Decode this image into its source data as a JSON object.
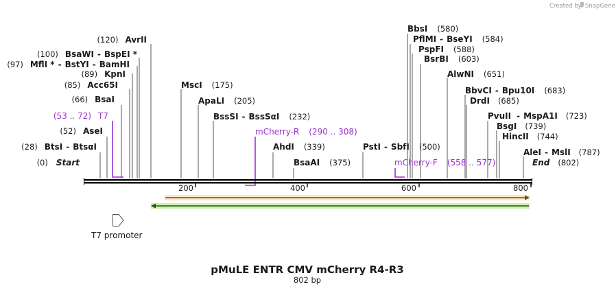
{
  "credit": {
    "prefix": "Created by",
    "brand": "SnapGene"
  },
  "title": "pMuLE ENTR CMV mCherry R4-R3",
  "subtitle": "802 bp",
  "ticks": [
    "200",
    "400",
    "600",
    "800"
  ],
  "features": {
    "t7_promoter": "T7 promoter"
  },
  "colors": {
    "primer": "#9b30d0",
    "feature_orange": "#f5a623",
    "feature_green": "#7ac943"
  },
  "sites": [
    {
      "id": "start",
      "pos": "(0)",
      "name": "Start"
    },
    {
      "id": "btsi",
      "pos": "(28)",
      "name": "BtsI",
      "sep": "-",
      "name2": "BtsαI"
    },
    {
      "id": "asei",
      "pos": "(52)",
      "name": "AseI"
    },
    {
      "id": "bsai",
      "pos": "(66)",
      "name": "BsaI"
    },
    {
      "id": "acc65i",
      "pos": "(85)",
      "name": "Acc65I"
    },
    {
      "id": "kpni",
      "pos": "(89)",
      "name": "KpnI"
    },
    {
      "id": "mfli",
      "pos": "(97)",
      "name": "MflI *",
      "sep": "-",
      "name2": "BstYI",
      "sep2": "-",
      "name3": "BamHI"
    },
    {
      "id": "bsawi",
      "pos": "(100)",
      "name": "BsaWI",
      "sep": "-",
      "name2": "BspEI *"
    },
    {
      "id": "avrii",
      "pos": "(120)",
      "name": "AvrII"
    },
    {
      "id": "msci",
      "name": "MscI",
      "pos": "(175)"
    },
    {
      "id": "apali",
      "name": "ApaLI",
      "pos": "(205)"
    },
    {
      "id": "bsssi",
      "name": "BssSI",
      "sep": "-",
      "name2": "BssSαI",
      "pos": "(232)"
    },
    {
      "id": "ahdi",
      "name": "AhdI",
      "pos": "(339)"
    },
    {
      "id": "bsaai",
      "name": "BsaAI",
      "pos": "(375)"
    },
    {
      "id": "psti",
      "name": "PstI",
      "sep": "-",
      "name2": "SbfI",
      "pos": "(500)"
    },
    {
      "id": "bbsi",
      "name": "BbsI",
      "pos": "(580)"
    },
    {
      "id": "pflmi",
      "name": "PflMI",
      "sep": "-",
      "name2": "BseYI",
      "pos": "(584)"
    },
    {
      "id": "pspfi",
      "name": "PspFI",
      "pos": "(588)"
    },
    {
      "id": "bsrbi",
      "name": "BsrBI",
      "pos": "(603)"
    },
    {
      "id": "alwni",
      "name": "AlwNI",
      "pos": "(651)"
    },
    {
      "id": "bbvci",
      "name": "BbvCI",
      "sep": "-",
      "name2": "Bpu10I",
      "pos": "(683)"
    },
    {
      "id": "drdi",
      "name": "DrdI",
      "pos": "(685)"
    },
    {
      "id": "pvuii",
      "name": "PvuII",
      "sep": "-",
      "name2": "MspA1I",
      "pos": "(723)"
    },
    {
      "id": "bsgi",
      "name": "BsgI",
      "pos": "(739)"
    },
    {
      "id": "hincii",
      "name": "HincII",
      "pos": "(744)"
    },
    {
      "id": "alei",
      "name": "AleI",
      "sep": "-",
      "name2": "MslI",
      "pos": "(787)"
    },
    {
      "id": "end",
      "name": "End",
      "pos": "(802)"
    }
  ],
  "primers": [
    {
      "id": "t7",
      "range": "(53 .. 72)",
      "name": "T7"
    },
    {
      "id": "mcherry_r",
      "name": "mCherry-R",
      "range": "(290 .. 308)"
    },
    {
      "id": "mcherry_f",
      "name": "mCherry-F",
      "range": "(558 .. 577)"
    }
  ]
}
